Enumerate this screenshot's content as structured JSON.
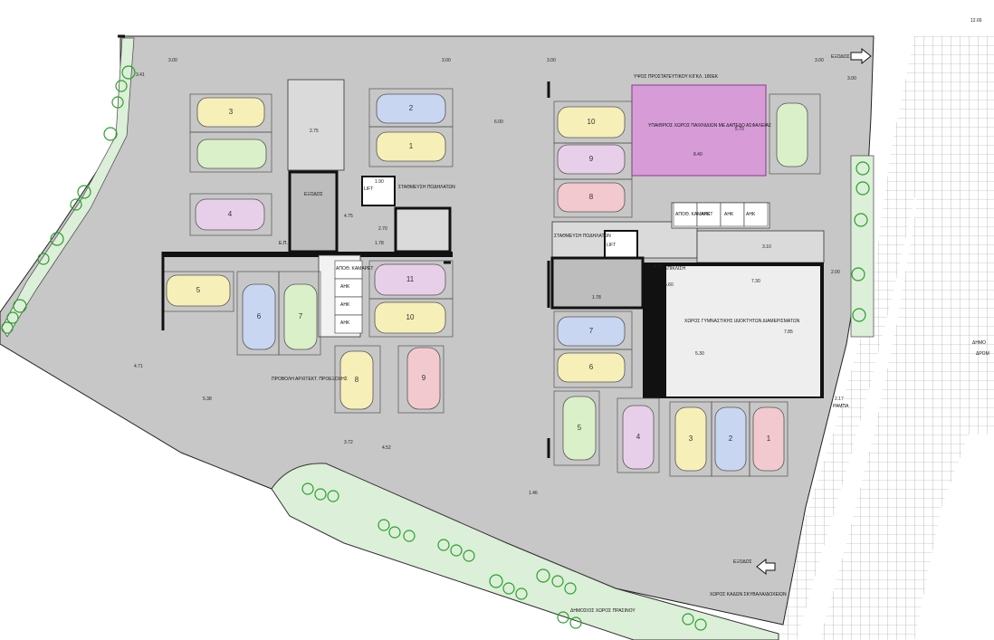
{
  "labels": {
    "exit_top": "ΕΞΟΔΟΣ",
    "exit_bottom": "ΕΞΟΔΟΣ",
    "exit_left": "ΕΞΟΔΟΣ",
    "pedestrian_stop_1": "ΣΤΑΘΜΕΥΣΗ ΠΟΔΗΛΑΤΩΝ",
    "pedestrian_stop_2": "ΣΤΑΘΜΕΥΣΗ ΠΟΔΗΛΑΤΩΝ",
    "storage_1": "ΑΠΟΘ. ΚΑΜΑΡΕΤ",
    "storage_2": "ΑΠΟΘ. ΚΑΜΑΡΕΤ",
    "closet": "ΑΗΚ",
    "tank_height": "ΥΨΟΣ ΠΡΟΣΤΑΤΕΥΤΙΚΟΥ ΚΙΓΚΛ. 180ΕΚ",
    "tank": "ΥΠΑΙΘΡΙΟΣ ΧΩΡΟΣ ΠΑΙΧΝΙΔΙΩΝ ΜΕ ΔΑΠΕΔΟ ΑΣΦΑΛΕΙΑΣ",
    "gym": "ΧΩΡΟΣ ΓΥΜΝΑΣΤΙΚΗΣ ΙΔΙΟΚΤΗΤΩΝ ΔΙΑΜΕΡΙΣΜΑΤΩΝ",
    "public_green": "ΔΗΜΟΣΙΟΣ ΧΩΡΟΣ ΠΡΑΣΙΝΟΥ",
    "bins": "ΧΩΡΟΣ ΚΑΔΩΝ ΣΚΥΒΑΛΑ/ΔΟΧΕΙΩΝ",
    "road": "ΔΡΟΜ",
    "road_top": "ΔΗΜΟ",
    "ramp": "ΡΑΜΠΑ",
    "ramp2": "ΕΠΙΚΛΙΣΗ",
    "architect_note": "ΠΡΟΒΟΛΗ ΑΡΧΙΤΕΚΤ. ΠΡΟΕΞΟΧΗΣ",
    "lift": "LIFT",
    "el": "Ε.Π."
  },
  "dimensions": {
    "d1": "3.00",
    "d2": "3.00",
    "d3": "3.00",
    "d4": "3.00",
    "d5": "6.00",
    "d6": "3.00",
    "d7": "3.41",
    "d8": "12.66",
    "d9": "2.75",
    "d10": "4.75",
    "d11": "2.70",
    "d12": "1.78",
    "d13": "1.78",
    "d14": "4.75",
    "d15": "5.60",
    "d16": "7.30",
    "d17": "5.30",
    "d18": "7.85",
    "d19": "2.00",
    "d20": "2.17",
    "d21": "4.71",
    "d22": "5.38",
    "d23": "3.72",
    "d24": "4.52",
    "d25": "1.46",
    "d26": "8.40",
    "d27": "5.70",
    "d28": "3.10",
    "d29": "1.90"
  },
  "parking_left": [
    "3",
    "2",
    "1",
    "4",
    "5",
    "6",
    "7",
    "11",
    "10",
    "8",
    "9"
  ],
  "parking_right": [
    "10",
    "9",
    "8",
    "7",
    "6",
    "5",
    "4",
    "3",
    "2",
    "1"
  ],
  "colors": {
    "floor": "#c8c8c8",
    "green": "#dcefd8",
    "tree": "#2ca02c",
    "playground": "#d79cd8",
    "wall": "#1a1a1a",
    "pavement": "#ffffff"
  }
}
